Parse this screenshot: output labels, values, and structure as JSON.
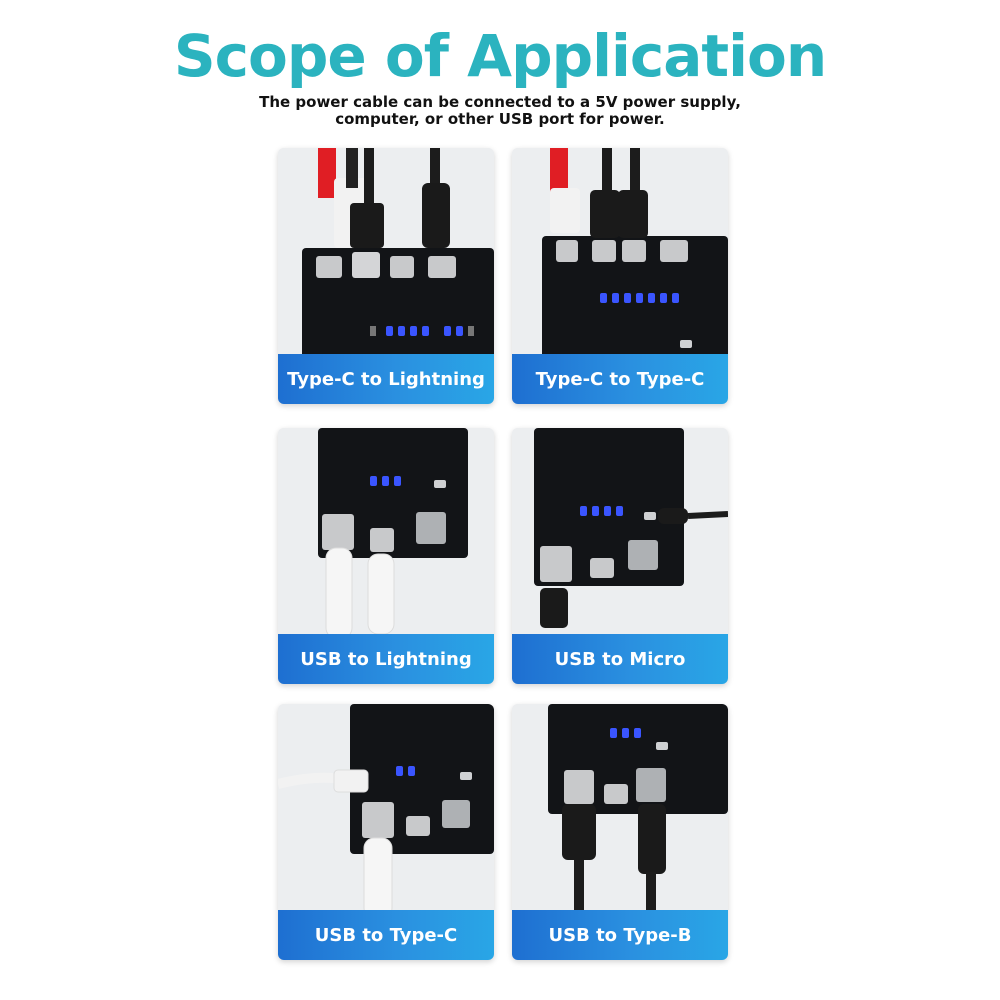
{
  "header": {
    "title": "Scope of Application",
    "subtitle": "The power cable can be connected to a 5V power supply, computer, or other USB port for power."
  },
  "cards": [
    {
      "label": "Type-C to Lightning"
    },
    {
      "label": "Type-C to Type-C"
    },
    {
      "label": "USB to Lightning"
    },
    {
      "label": "USB to Micro"
    },
    {
      "label": "USB to Type-C"
    },
    {
      "label": "USB to Type-B"
    }
  ],
  "colors": {
    "title": "#2bb3bf",
    "caption_start": "#1e6fd1",
    "caption_end": "#29a6e6",
    "board": "#111316",
    "led": "#3a55ff"
  }
}
